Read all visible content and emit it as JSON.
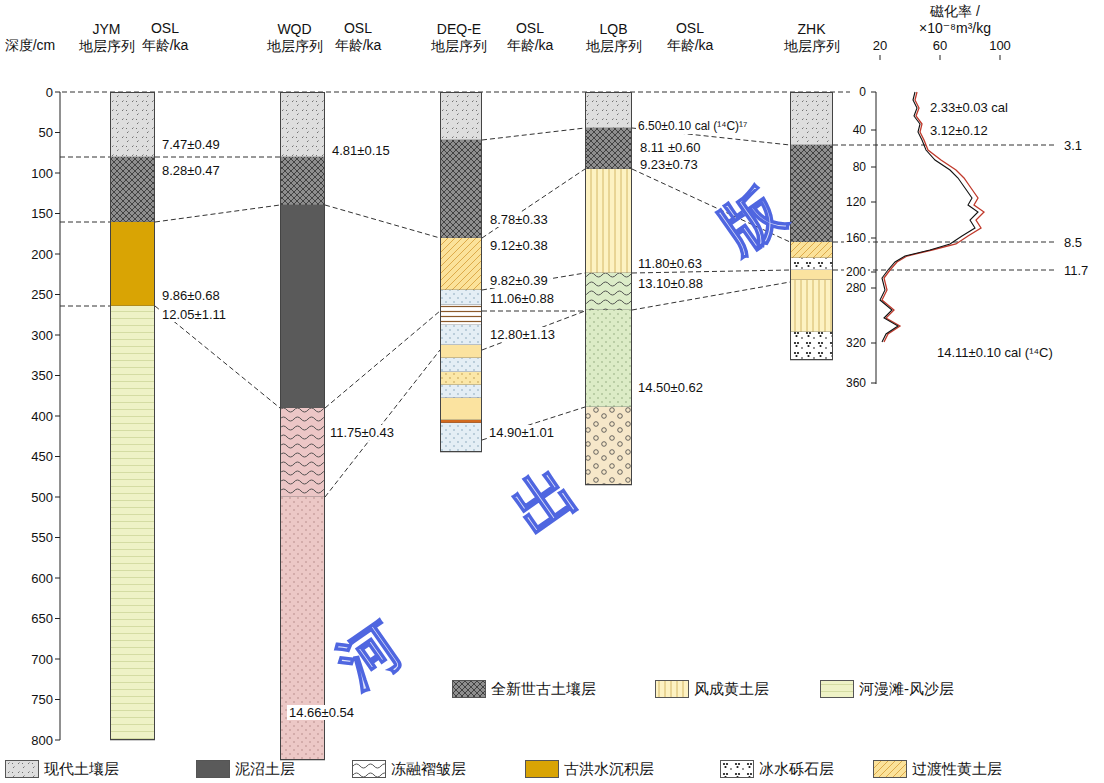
{
  "diagram": {
    "nodes": [
      {
        "text": [
          "JYM 地层序列"
        ]
      },
      {
        "text": [
          "WQD 地层序列"
        ]
      },
      {
        "text": [
          "DEQ-E 地层序列"
        ]
      },
      {
        "text": [
          "LQB 地层序列"
        ]
      },
      {
        "text": [
          "ZHK 地层序列"
        ]
      }
    ],
    "edges": [
      {
        "from": 0,
        "to": 1,
        "arrow": "none"
      },
      {
        "from": 0,
        "to": 1,
        "arrow": "none"
      },
      {
        "from": 0,
        "to": 1,
        "arrow": "none"
      },
      {
        "from": 1,
        "to": 2,
        "arrow": "none"
      },
      {
        "from": 1,
        "to": 2,
        "arrow": "none"
      },
      {
        "from": 1,
        "to": 2,
        "arrow": "none"
      },
      {
        "from": 2,
        "to": 3,
        "arrow": "none"
      },
      {
        "from": 2,
        "to": 3,
        "arrow": "none"
      },
      {
        "from": 2,
        "to": 3,
        "arrow": "none"
      },
      {
        "from": 2,
        "to": 3,
        "arrow": "none"
      },
      {
        "from": 2,
        "to": 3,
        "arrow": "none"
      },
      {
        "from": 2,
        "to": 3,
        "arrow": "none"
      },
      {
        "from": 3,
        "to": 4,
        "arrow": "none"
      },
      {
        "from": 3,
        "to": 4,
        "arrow": "none"
      },
      {
        "from": 3,
        "to": 4,
        "arrow": "none"
      },
      {
        "from": 3,
        "to": 4,
        "arrow": "none"
      }
    ],
    "labels": [
      "深度/cm",
      "OSL 年龄/ka",
      "OSL 年龄/ka",
      "OSL 年龄/ka",
      "OSL 年龄/ka",
      "0",
      "50",
      "100",
      "150",
      "200",
      "250",
      "300",
      "350",
      "400",
      "450",
      "500",
      "550",
      "600",
      "650",
      "700",
      "750",
      "800",
      "7.47±0.49",
      "8.28±0.47",
      "9.86±0.68",
      "12.05±1.11",
      "4.81±0.15",
      "11.75±0.43",
      "14.66±0.54",
      "8.78±0.33",
      "9.12±0.38",
      "9.82±0.39",
      "11.06±0.88",
      "12.80±1.13",
      "14.90±1.01",
      "6.50±0.10 cal (¹⁴C)¹⁷",
      "8.11 ±0.60",
      "9.23±0.73",
      "11.80±0.63",
      "13.10±0.88",
      "14.50±0.62",
      "磁化率 /×10⁻⁸m³/kg",
      "20",
      "60",
      "100",
      "0",
      "40",
      "80",
      "120",
      "160",
      "200",
      "280",
      "320",
      "360",
      "2.33±0.03 cal",
      "3.12±0.12",
      "14.11±0.10 cal (¹⁴C)",
      "3.1",
      "8.5",
      "11.7",
      "版",
      "出",
      "河"
    ],
    "legend": [
      {
        "text": "全新世古土壤层"
      },
      {
        "text": "风成黄土层"
      },
      {
        "text": "河漫滩-风沙层"
      },
      {
        "text": "现代土壤层"
      },
      {
        "text": "泥沼土层",
        "color": "#5a5a5a"
      },
      {
        "text": "冻融褶皱层"
      },
      {
        "text": "古洪水沉积层",
        "color": "#d9a404"
      },
      {
        "text": "冰水砾石层"
      },
      {
        "text": "过渡性黄土层"
      }
    ]
  }
}
